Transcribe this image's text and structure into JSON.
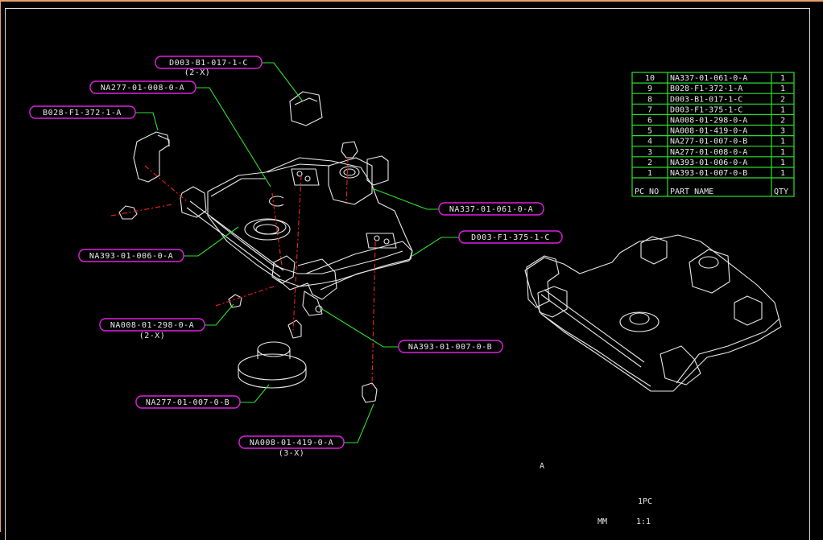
{
  "callouts": [
    {
      "id": "c1",
      "part": "D003-B1-017-1-C",
      "qty": "(2-X)"
    },
    {
      "id": "c2",
      "part": "NA277-01-008-0-A",
      "qty": ""
    },
    {
      "id": "c3",
      "part": "B028-F1-372-1-A",
      "qty": ""
    },
    {
      "id": "c4",
      "part": "NA337-01-061-0-A",
      "qty": ""
    },
    {
      "id": "c5",
      "part": "D003-F1-375-1-C",
      "qty": ""
    },
    {
      "id": "c6",
      "part": "NA393-01-006-0-A",
      "qty": ""
    },
    {
      "id": "c7",
      "part": "NA008-01-298-0-A",
      "qty": "(2-X)"
    },
    {
      "id": "c8",
      "part": "NA393-01-007-0-B",
      "qty": ""
    },
    {
      "id": "c9",
      "part": "NA277-01-007-0-B",
      "qty": ""
    },
    {
      "id": "c10",
      "part": "NA008-01-419-0-A",
      "qty": "(3-X)"
    }
  ],
  "bom": {
    "headers": [
      "PC NO",
      "PART NAME",
      "QTY"
    ],
    "rows": [
      {
        "no": "10",
        "name": "NA337-01-061-0-A",
        "qty": "1"
      },
      {
        "no": "9",
        "name": "B028-F1-372-1-A",
        "qty": "1"
      },
      {
        "no": "8",
        "name": "D003-B1-017-1-C",
        "qty": "2"
      },
      {
        "no": "7",
        "name": "D003-F1-375-1-C",
        "qty": "1"
      },
      {
        "no": "6",
        "name": "NA008-01-298-0-A",
        "qty": "2"
      },
      {
        "no": "5",
        "name": "NA008-01-419-0-A",
        "qty": "3"
      },
      {
        "no": "4",
        "name": "NA277-01-007-0-B",
        "qty": "1"
      },
      {
        "no": "3",
        "name": "NA277-01-008-0-A",
        "qty": "1"
      },
      {
        "no": "2",
        "name": "NA393-01-006-0-A",
        "qty": "1"
      },
      {
        "no": "1",
        "name": "NA393-01-007-0-B",
        "qty": "1"
      }
    ]
  },
  "title_block": {
    "revision": "A",
    "quantity": "1PC",
    "unit": "MM",
    "scale": "1:1"
  },
  "colors": {
    "background": "#000000",
    "callout_border": "#e020e0",
    "leader": "#30e030",
    "centerline": "#e02020",
    "linework": "#e8e8e8"
  }
}
